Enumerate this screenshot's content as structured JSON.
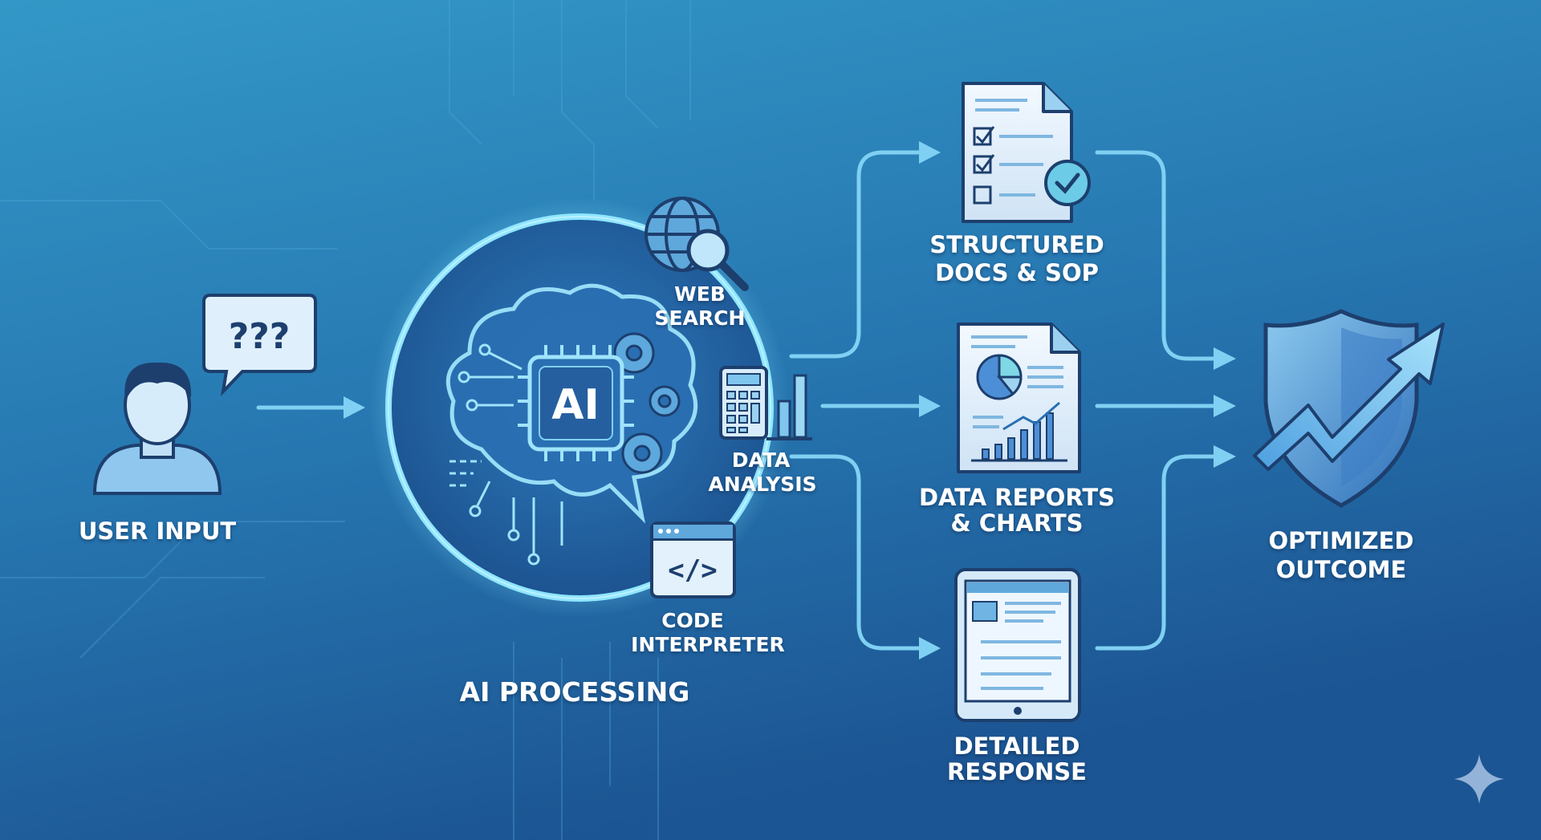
{
  "title": "AI Processing Workflow",
  "stages": {
    "input": {
      "label": "USER INPUT",
      "bubble_text": "???"
    },
    "processing": {
      "label": "AI PROCESSING",
      "chip_text": "AI",
      "tools": [
        {
          "icon": "globe-search-icon",
          "line1": "WEB",
          "line2": "SEARCH"
        },
        {
          "icon": "calculator-chart-icon",
          "line1": "DATA",
          "line2": "ANALYSIS"
        },
        {
          "icon": "code-window-icon",
          "line1": "CODE",
          "line2": "INTERPRETER",
          "code_text": "</>"
        }
      ]
    },
    "outputs": [
      {
        "icon": "checklist-document-icon",
        "line1": "STRUCTURED",
        "line2": "DOCS & SOP"
      },
      {
        "icon": "report-chart-icon",
        "line1": "DATA REPORTS",
        "line2": "& CHARTS"
      },
      {
        "icon": "tablet-icon",
        "line1": "DETAILED",
        "line2": "RESPONSE"
      }
    ],
    "outcome": {
      "icon": "shield-arrow-icon",
      "line1": "OPTIMIZED",
      "line2": "OUTCOME"
    }
  },
  "colors": {
    "bg_top": "#3196c6",
    "bg_bottom": "#1c5593",
    "accent": "#7fd0f2",
    "outline": "#1d3f6e",
    "glow": "#8fe6ff"
  }
}
